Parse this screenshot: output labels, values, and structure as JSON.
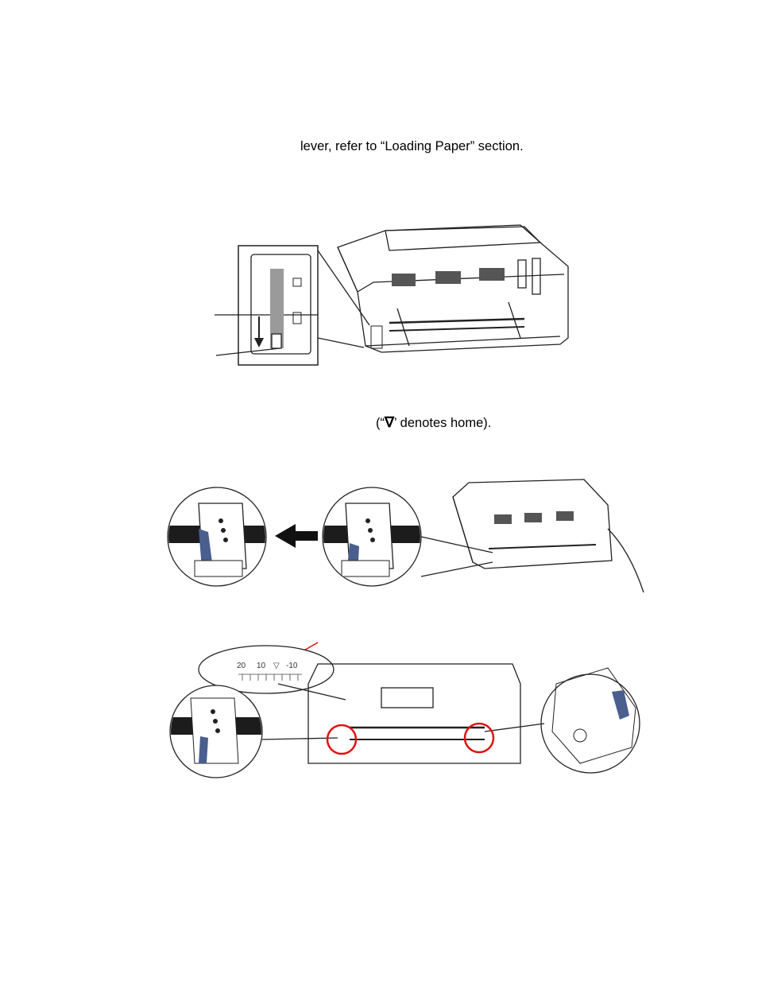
{
  "text": {
    "line1": "lever, refer to “Loading Paper” section.",
    "line2_open": "(“",
    "line2_symbol": "∇",
    "line2_close": "’ denotes home)."
  },
  "scale_labels": [
    "20",
    "10",
    "▽",
    "-10"
  ],
  "colors": {
    "lever_blue": "#4a5f8e",
    "highlight_red": "#e01010",
    "line": "#222222",
    "dark_bar": "#1c1c1c"
  },
  "icons": {
    "arrow_down": "arrow-down-icon",
    "arrow_left": "arrow-left-icon",
    "home_mark": "triangle-down-icon"
  }
}
